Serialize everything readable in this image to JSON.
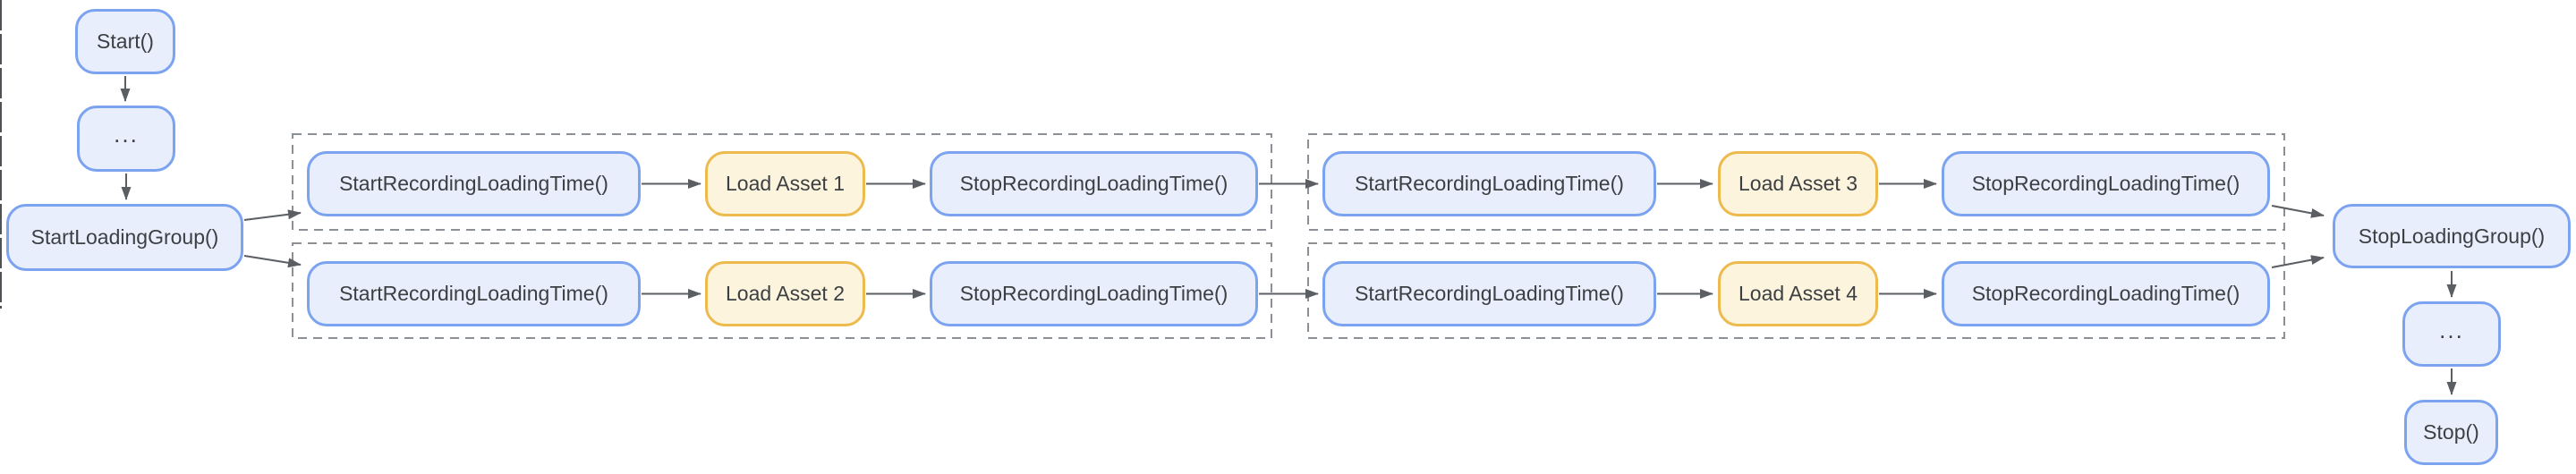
{
  "diagram": {
    "nodes": {
      "start": "Start()",
      "ellipsis_top": "...",
      "start_loading_group": "StartLoadingGroup()",
      "start_recording_1": "StartRecordingLoadingTime()",
      "load_asset_1": "Load Asset 1",
      "stop_recording_1": "StopRecordingLoadingTime()",
      "start_recording_2": "StartRecordingLoadingTime()",
      "load_asset_2": "Load Asset 2",
      "stop_recording_2": "StopRecordingLoadingTime()",
      "start_recording_3": "StartRecordingLoadingTime()",
      "load_asset_3": "Load Asset 3",
      "stop_recording_3": "StopRecordingLoadingTime()",
      "start_recording_4": "StartRecordingLoadingTime()",
      "load_asset_4": "Load Asset 4",
      "stop_recording_4": "StopRecordingLoadingTime()",
      "stop_loading_group": "StopLoadingGroup()",
      "ellipsis_bottom": "...",
      "stop": "Stop()"
    },
    "colors": {
      "node_fill_blue": "#E8EEFC",
      "node_border_blue": "#7BA3F0",
      "node_fill_yellow": "#FDF4DE",
      "node_border_yellow": "#EDBA4D",
      "text": "#3C4043",
      "arrow": "#5B5F64",
      "group_border": "#8B9097",
      "canvas_bg": "#FFFFFF"
    }
  }
}
